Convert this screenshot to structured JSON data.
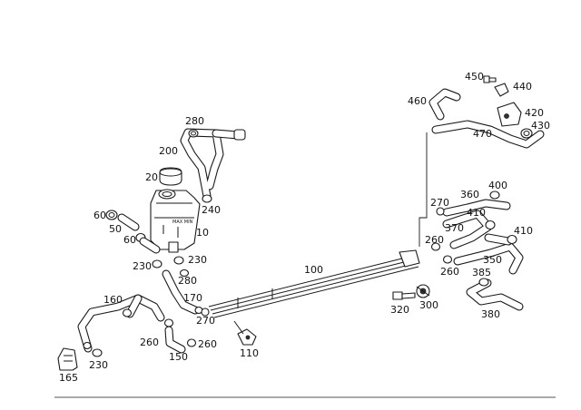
{
  "labels": {
    "l10": "10",
    "l20": "20",
    "l50": "50",
    "l60a": "60",
    "l60b": "60",
    "l100": "100",
    "l110": "110",
    "l150": "150",
    "l160": "160",
    "l165": "165",
    "l170": "170",
    "l200": "200",
    "l230a": "230",
    "l230b": "230",
    "l230c": "230",
    "l240": "240",
    "l260a": "260",
    "l260b": "260",
    "l260c": "260",
    "l260d": "260",
    "l270a": "270",
    "l270b": "270",
    "l280a": "280",
    "l280b": "280",
    "l300": "300",
    "l320": "320",
    "l350": "350",
    "l360": "360",
    "l370": "370",
    "l380": "380",
    "l385": "385",
    "l400": "400",
    "l410a": "410",
    "l410b": "410",
    "l420": "420",
    "l430": "430",
    "l440": "440",
    "l450": "450",
    "l460": "460",
    "l470": "470"
  },
  "tank_marking": "MAX MIN"
}
